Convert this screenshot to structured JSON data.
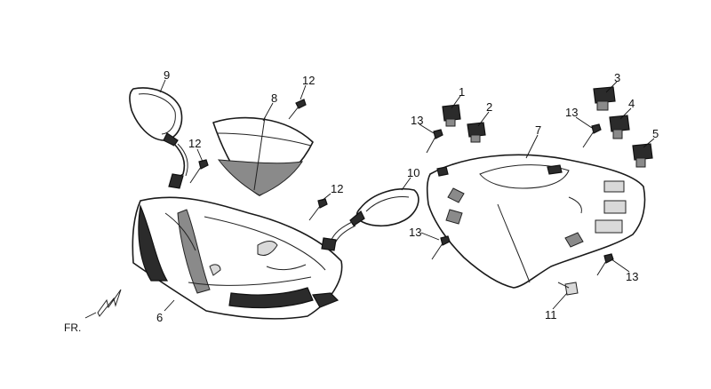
{
  "diagram": {
    "direction_label": "FR.",
    "callouts": [
      {
        "id": "c1",
        "label": "1"
      },
      {
        "id": "c2",
        "label": "2"
      },
      {
        "id": "c3",
        "label": "3"
      },
      {
        "id": "c4",
        "label": "4"
      },
      {
        "id": "c5",
        "label": "5"
      },
      {
        "id": "c6",
        "label": "6"
      },
      {
        "id": "c7",
        "label": "7"
      },
      {
        "id": "c8",
        "label": "8"
      },
      {
        "id": "c9",
        "label": "9"
      },
      {
        "id": "c10",
        "label": "10"
      },
      {
        "id": "c11",
        "label": "11"
      },
      {
        "id": "c12a",
        "label": "12"
      },
      {
        "id": "c12b",
        "label": "12"
      },
      {
        "id": "c12c",
        "label": "12"
      },
      {
        "id": "c13a",
        "label": "13"
      },
      {
        "id": "c13b",
        "label": "13"
      },
      {
        "id": "c13c",
        "label": "13"
      },
      {
        "id": "c13d",
        "label": "13"
      }
    ]
  }
}
